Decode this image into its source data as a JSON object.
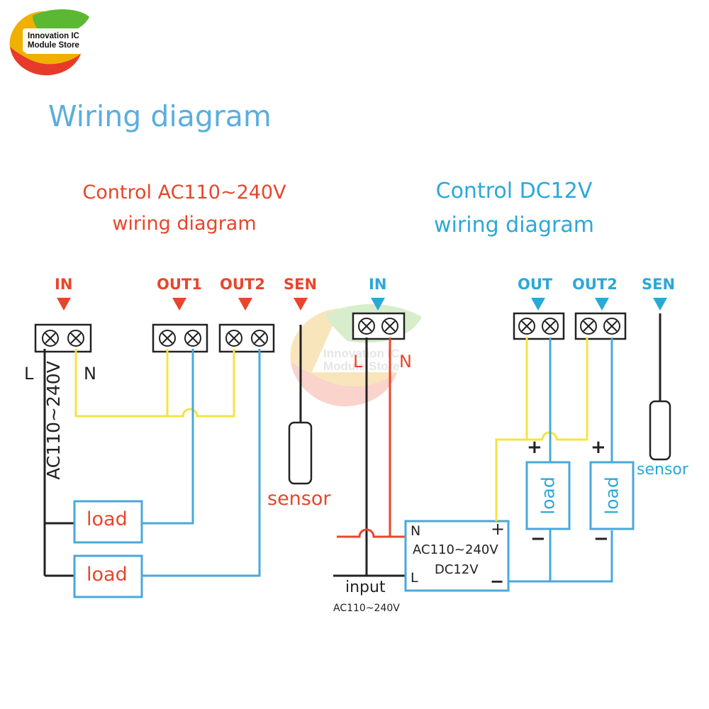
{
  "logo": {
    "line1": "Innovation IC",
    "line2": "Module Store"
  },
  "watermark": {
    "line1": "Innovation IC",
    "line2": "Module Store"
  },
  "title": "Wiring diagram",
  "ac_diagram": {
    "heading_line1": "Control AC110~240V",
    "heading_line2": "wiring diagram",
    "terminals": {
      "in": "IN",
      "out1": "OUT1",
      "out2": "OUT2",
      "sen": "SEN"
    },
    "line_label": "L",
    "neutral_label": "N",
    "supply_label": "AC110~240V",
    "load1": "load",
    "load2": "load",
    "sensor": "sensor"
  },
  "dc_diagram": {
    "heading_line1": "Control DC12V",
    "heading_line2": "wiring diagram",
    "terminals": {
      "in": "IN",
      "out": "OUT",
      "out2": "OUT2",
      "sen": "SEN"
    },
    "line_label": "L",
    "neutral_label": "N",
    "psu": {
      "n": "N",
      "l": "L",
      "plus": "+",
      "minus": "−",
      "line1": "AC110~240V",
      "line2": "DC12V"
    },
    "input_label": "input",
    "input_voltage": "AC110~240V",
    "load1": "load",
    "load2": "load",
    "load1_plus": "+",
    "load1_minus": "−",
    "load2_plus": "+",
    "load2_minus": "−",
    "sensor": "sensor"
  },
  "colors": {
    "red": "#e8452c",
    "blue": "#5aaede",
    "wire_blue": "#4aa8da",
    "wire_yellow": "#f5e342",
    "black": "#222222"
  }
}
